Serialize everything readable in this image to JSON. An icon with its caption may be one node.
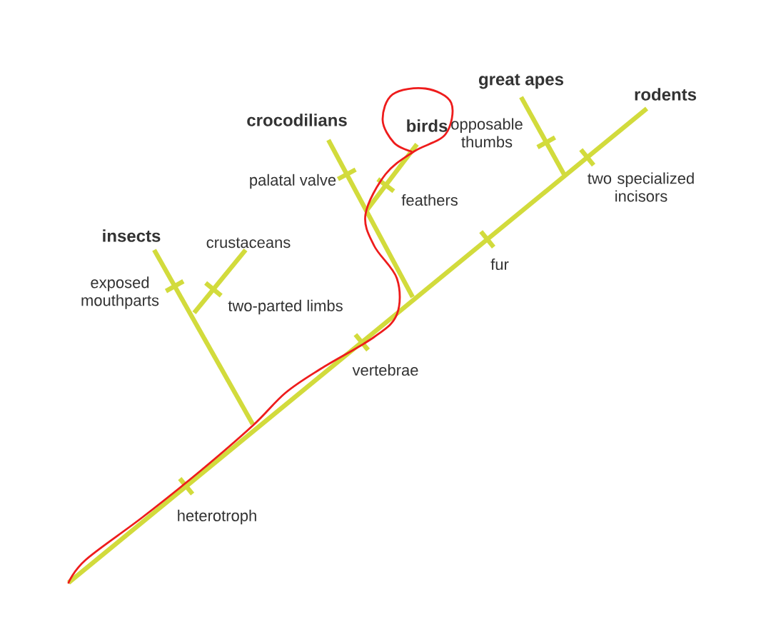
{
  "diagram": {
    "labels": [
      "great apes",
      "rodents",
      "crocodilians",
      "birds",
      "opposable thumbs",
      "palatal valve",
      "feathers",
      "two specialized incisors",
      "insects",
      "crustaceans",
      "fur",
      "exposed mouthparts",
      "two-parted limbs",
      "vertebrae",
      "heterotroph"
    ]
  }
}
